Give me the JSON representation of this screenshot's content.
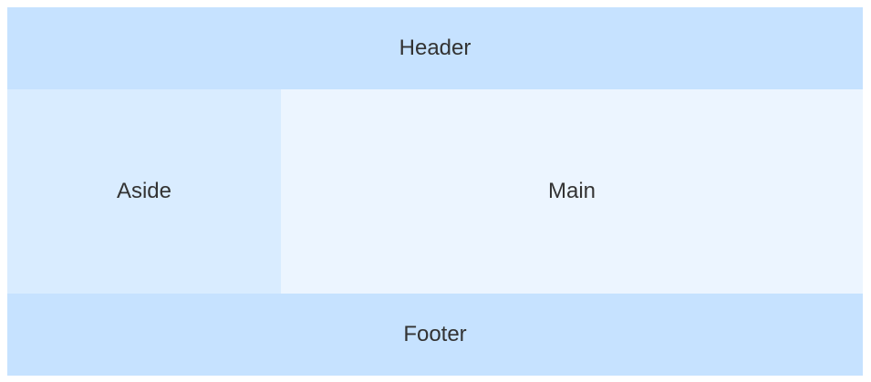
{
  "layout": {
    "header_label": "Header",
    "aside_label": "Aside",
    "main_label": "Main",
    "footer_label": "Footer"
  },
  "colors": {
    "header_bg": "#c6e2ff",
    "aside_bg": "#d9ecff",
    "main_bg": "#ecf5ff",
    "footer_bg": "#c6e2ff",
    "text": "#333333"
  }
}
